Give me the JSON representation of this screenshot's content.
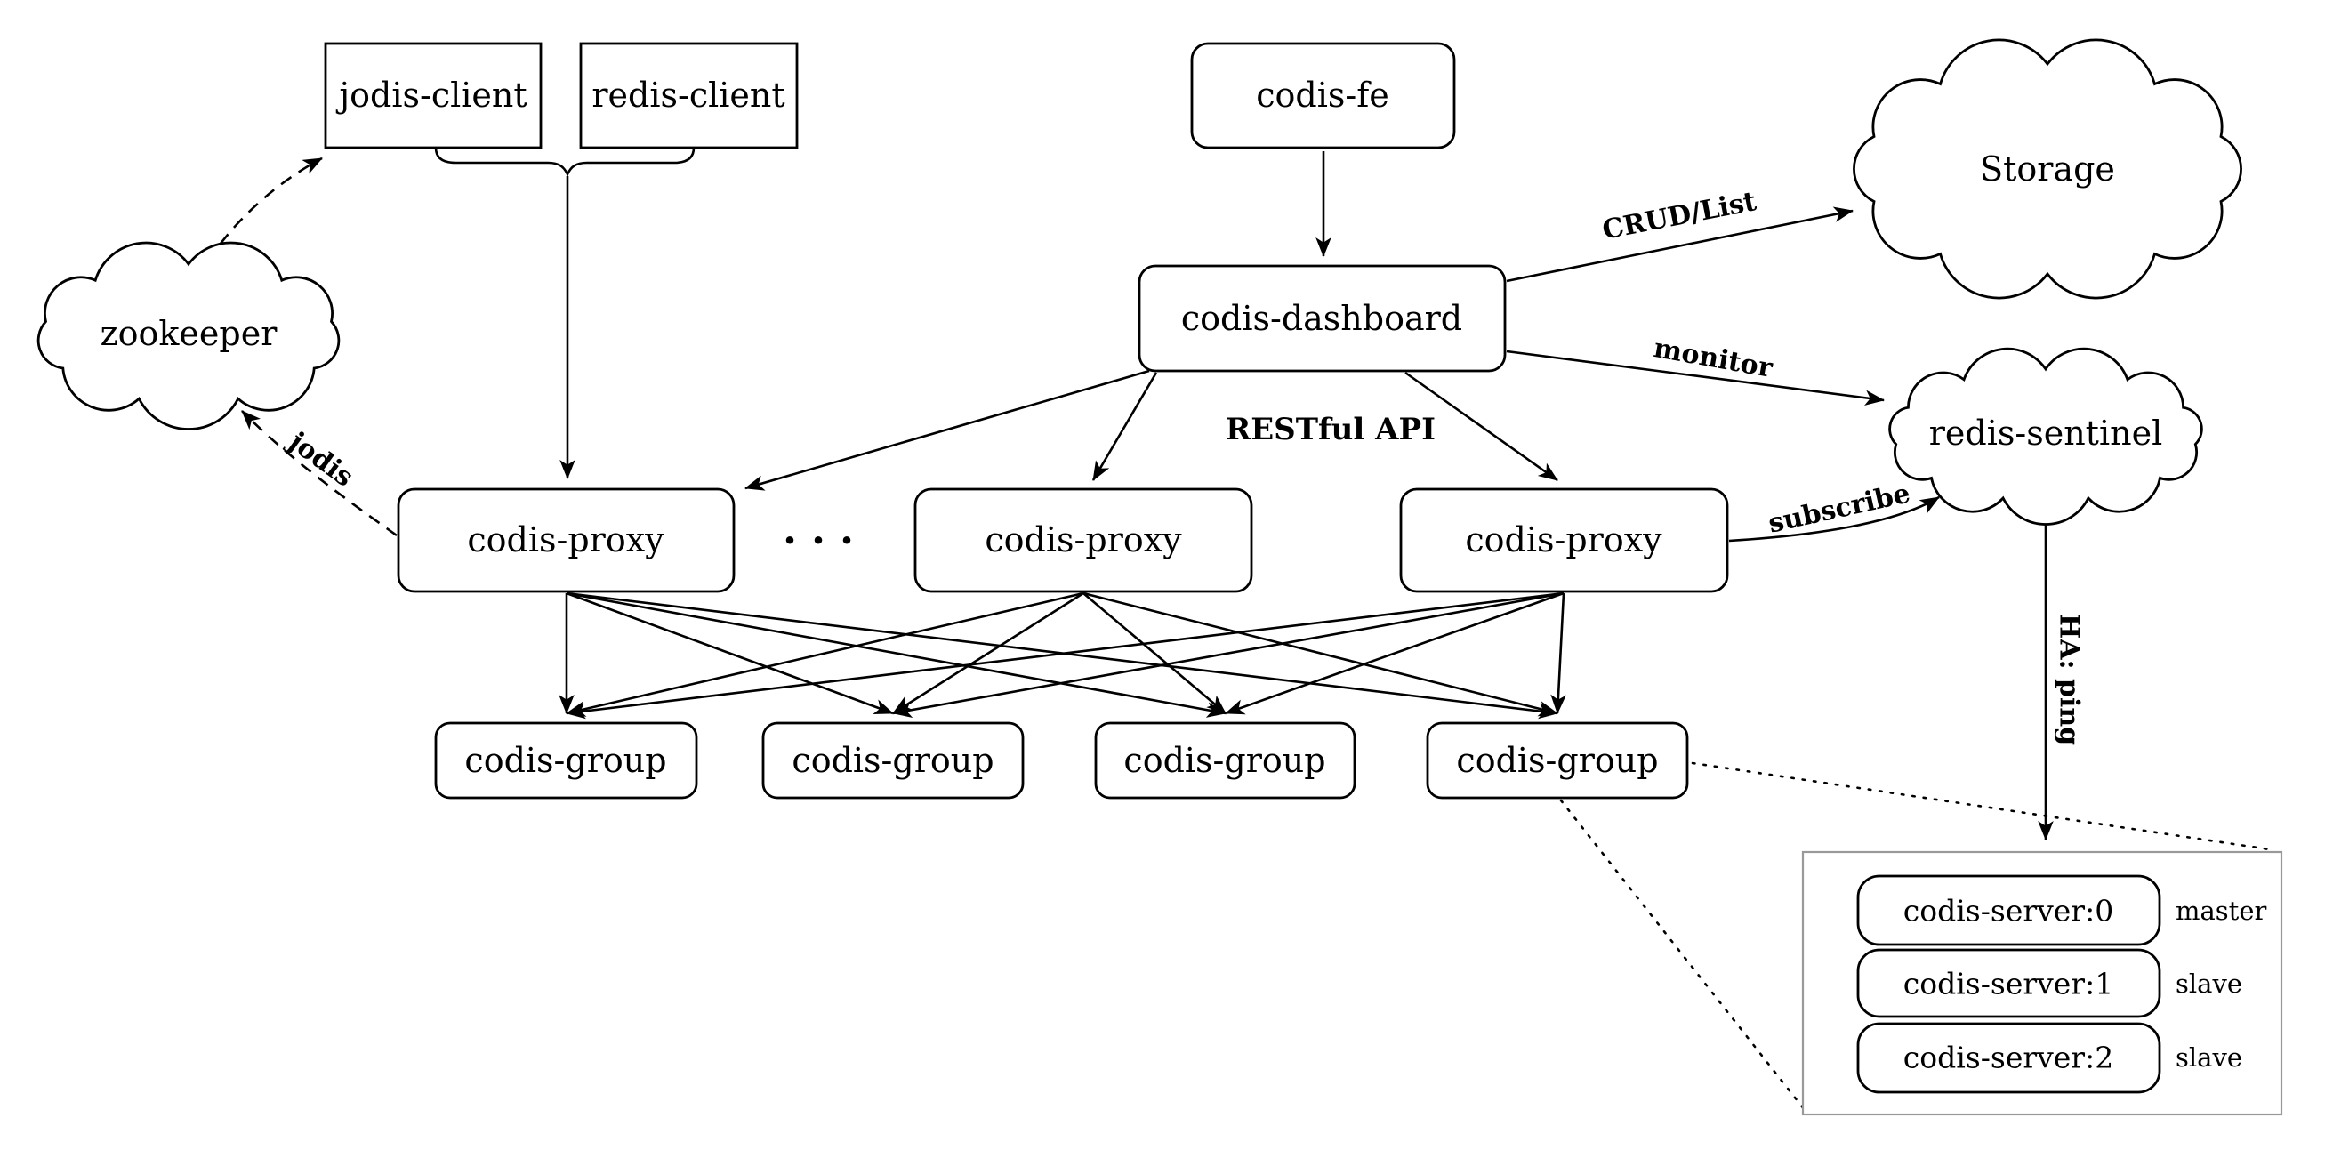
{
  "title": "Codis architecture diagram",
  "colors": {
    "background": "#ffffff",
    "line": "#000000",
    "node_fill": "#ffffff",
    "server_container_border": "#999999"
  },
  "nodes": {
    "jodis_client": {
      "label": "jodis-client"
    },
    "redis_client": {
      "label": "redis-client"
    },
    "codis_fe": {
      "label": "codis-fe"
    },
    "codis_dashboard": {
      "label": "codis-dashboard"
    },
    "codis_proxy_1": {
      "label": "codis-proxy"
    },
    "codis_proxy_2": {
      "label": "codis-proxy"
    },
    "codis_proxy_3": {
      "label": "codis-proxy"
    },
    "proxy_ellipsis": {
      "label": "· · ·"
    },
    "codis_group_1": {
      "label": "codis-group"
    },
    "codis_group_2": {
      "label": "codis-group"
    },
    "codis_group_3": {
      "label": "codis-group"
    },
    "codis_group_4": {
      "label": "codis-group"
    },
    "zookeeper": {
      "label": "zookeeper"
    },
    "storage": {
      "label": "Storage"
    },
    "redis_sentinel": {
      "label": "redis-sentinel"
    },
    "codis_server_0": {
      "label": "codis-server:0",
      "role": "master"
    },
    "codis_server_1": {
      "label": "codis-server:1",
      "role": "slave"
    },
    "codis_server_2": {
      "label": "codis-server:2",
      "role": "slave"
    }
  },
  "edge_labels": {
    "crud_list": "CRUD/List",
    "monitor": "monitor",
    "restful_api": "RESTful API",
    "subscribe": "subscribe",
    "jodis": "jodis",
    "ha_ping": "HA: ping"
  }
}
